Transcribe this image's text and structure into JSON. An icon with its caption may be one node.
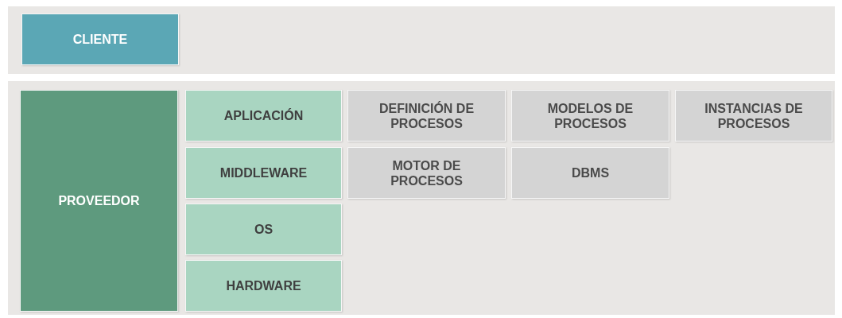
{
  "diagram": {
    "nodes": [
      {
        "text": [
          "CLIENTE"
        ]
      },
      {
        "text": [
          "PROVEEDOR"
        ]
      },
      {
        "text": [
          "APLICACIÓN"
        ]
      },
      {
        "text": [
          "DEFINICIÓN DE PROCESOS"
        ]
      },
      {
        "text": [
          "MODELOS DE PROCESOS"
        ]
      },
      {
        "text": [
          "INSTANCIAS DE PROCESOS"
        ]
      },
      {
        "text": [
          "MIDDLEWARE"
        ]
      },
      {
        "text": [
          "MOTOR DE PROCESOS"
        ]
      },
      {
        "text": [
          "DBMS"
        ]
      },
      {
        "text": [
          "OS"
        ]
      },
      {
        "text": [
          "HARDWARE"
        ]
      }
    ],
    "edges": []
  }
}
